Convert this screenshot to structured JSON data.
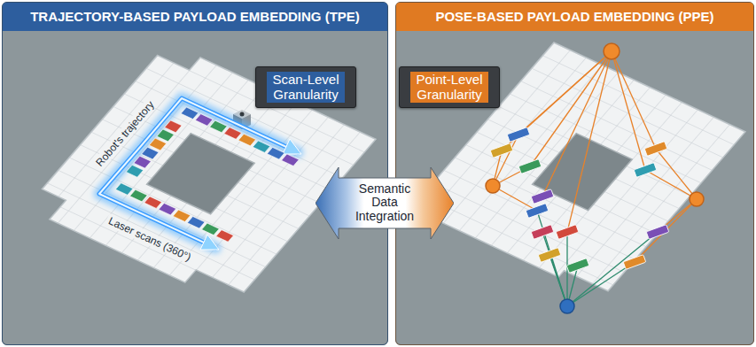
{
  "diagram": {
    "nodes": [
      {
        "text": [
          "TRAJECTORY-BASED PAYLOAD EMBEDDING (TPE)"
        ]
      },
      {
        "text": [
          "Scan-Level Granularity"
        ],
        "in": 0
      },
      {
        "text": [
          "POSE-BASED PAYLOAD EMBEDDING (PPE)"
        ]
      },
      {
        "text": [
          "Point-Level Granularity"
        ],
        "in": 2
      },
      {
        "text": [
          "Semantic Data Integration"
        ]
      }
    ],
    "labels": [
      "Robot's trajectory",
      "Laser scans (360°)"
    ]
  }
}
